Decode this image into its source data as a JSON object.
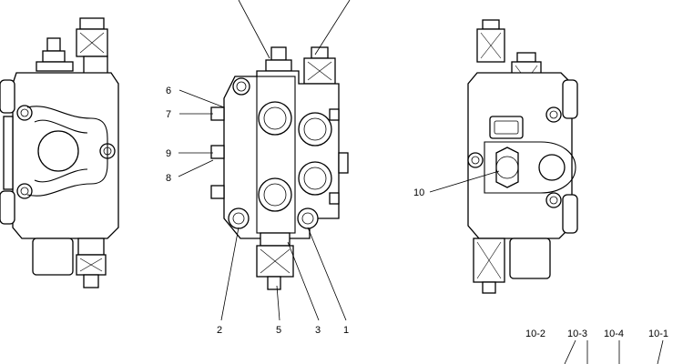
{
  "callouts": {
    "c1": "1",
    "c2": "2",
    "c3": "3",
    "c5": "5",
    "c6": "6",
    "c7": "7",
    "c8": "8",
    "c9": "9",
    "c10": "10",
    "c10_1": "10-1",
    "c10_2": "10-2",
    "c10_3": "10-3",
    "c10_4": "10-4"
  }
}
